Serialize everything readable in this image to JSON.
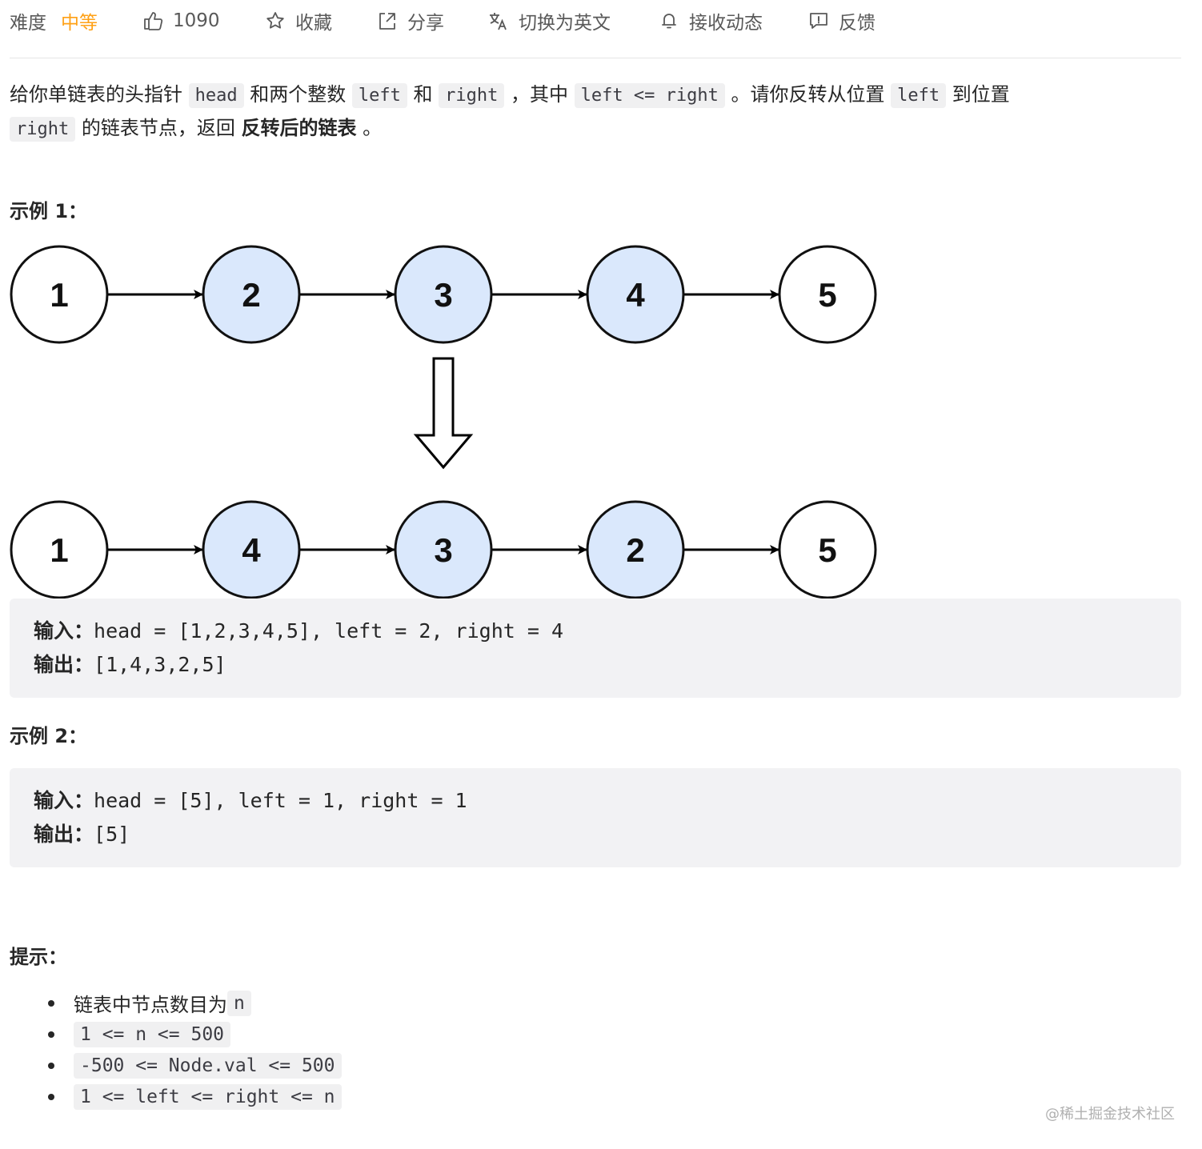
{
  "toolbar": {
    "difficulty_label": "难度",
    "difficulty_value": "中等",
    "likes": "1090",
    "favorite": "收藏",
    "share": "分享",
    "switch_lang": "切换为英文",
    "subscribe": "接收动态",
    "feedback": "反馈"
  },
  "description": {
    "p1": [
      "给你单链表的头指针 ",
      "head",
      " 和两个整数 ",
      "left",
      " 和 ",
      "right",
      " ，其中 ",
      "left <= right",
      " 。请你反转从位置 ",
      "left",
      " 到位置"
    ],
    "p2": [
      "right",
      " 的链表节点，返回 ",
      "反转后的链表",
      " 。"
    ]
  },
  "example1": {
    "title": "示例 1：",
    "list_before": [
      "1",
      "2",
      "3",
      "4",
      "5"
    ],
    "list_after": [
      "1",
      "4",
      "3",
      "2",
      "5"
    ],
    "input_label": "输入：",
    "input_value": "head = [1,2,3,4,5], left = 2, right = 4",
    "output_label": "输出：",
    "output_value": "[1,4,3,2,5]"
  },
  "example2": {
    "title": "示例 2：",
    "input_label": "输入：",
    "input_value": "head = [5], left = 1, right = 1",
    "output_label": "输出：",
    "output_value": "[5]"
  },
  "tips": {
    "title": "提示：",
    "t1_text": "链表中节点数目为 ",
    "t1_code": "n",
    "t2_code": "1 <= n <= 500",
    "t3_code": "-500 <= Node.val <= 500",
    "t4_code": "1 <= left <= right <= n"
  },
  "watermark": "@稀土掘金技术社区",
  "colors": {
    "accent": "#ffa116",
    "highlight_node": "#dae8fc",
    "plain_node": "#ffffff"
  }
}
